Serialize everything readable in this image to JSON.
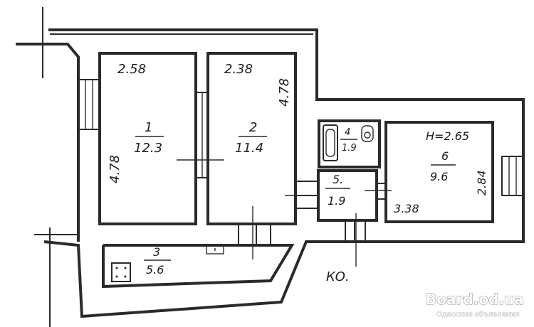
{
  "rooms": [
    {
      "number": "1",
      "area": "12.3",
      "width": "2.58",
      "length": "4.78"
    },
    {
      "number": "2",
      "area": "11.4",
      "width": "2.38",
      "length": "4.78"
    },
    {
      "number": "3",
      "area": "5.6"
    },
    {
      "number": "4",
      "area": "1.9"
    },
    {
      "number": "5.",
      "area": "1.9"
    },
    {
      "number": "6",
      "area": "9.6",
      "width": "3.38",
      "length": "2.84"
    }
  ],
  "ceiling_height": "H=2.65",
  "entrance_label": "КО.",
  "watermark": {
    "site": "Board.od.ua",
    "subtitle": "Одесские объявления"
  }
}
